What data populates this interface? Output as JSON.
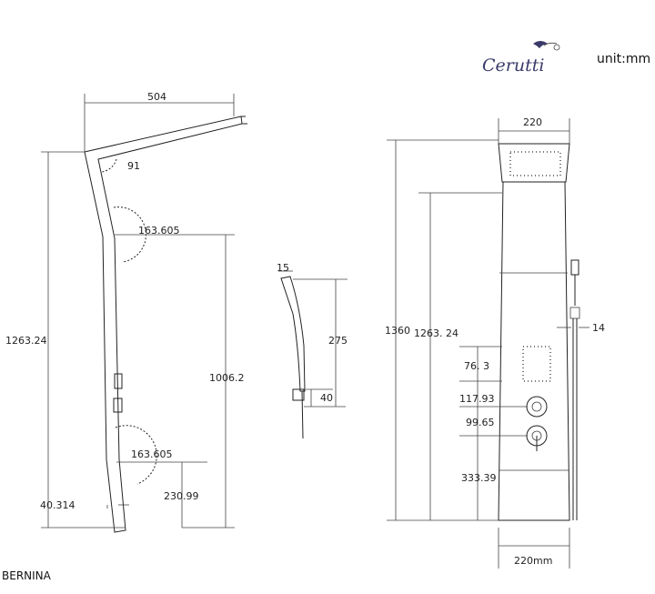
{
  "brand": {
    "name": "Cerutti",
    "icon": "bird-logo-icon"
  },
  "unit_label": "unit:mm",
  "model_name": "BERNINA",
  "side_view": {
    "top_width": "504",
    "angle_top": "91",
    "angle_upper": "163.605",
    "angle_lower": "163.605",
    "height_total": "1263.24",
    "height_mid": "1006.2",
    "height_low": "230.99",
    "bottom_offset": "40.314"
  },
  "handshower_view": {
    "width": "15",
    "height": "275",
    "holder": "40"
  },
  "front_view": {
    "top_width": "220",
    "bottom_width": "220mm",
    "height_total": "1360",
    "height_body": "1263. 24",
    "jets_height": "76. 3",
    "gap_1": "117.93",
    "gap_2": "99.65",
    "gap_3": "333.39",
    "side_offset": "14"
  }
}
